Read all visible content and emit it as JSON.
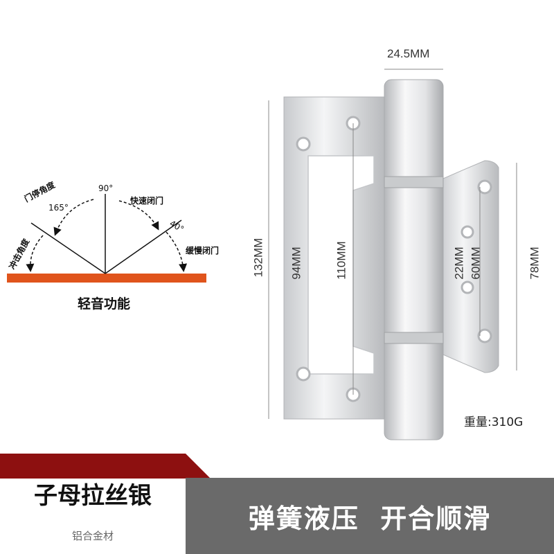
{
  "dimensions": {
    "top_width": "24.5MM",
    "total_height": "132MM",
    "hole_94": "94MM",
    "hole_110": "110MM",
    "hole_22": "22MM",
    "hole_60": "60MM",
    "leaf_78": "78MM"
  },
  "weight": "重量:310G",
  "diagram": {
    "angle_90": "90°",
    "angle_165": "165°",
    "angle_40": "40°",
    "door_stop_angle": "门停角度",
    "impact_angle": "冲击角度",
    "fast_close": "快速闭门",
    "slow_close": "缓慢闭门",
    "function_label": "轻音功能"
  },
  "banner": {
    "product_name": "子母拉丝银",
    "material": "铝合金材",
    "slogan": "弹簧液压  开合顺滑"
  },
  "colors": {
    "accent_red": "#8d1010",
    "floor_orange": "#e0541c",
    "band_gray": "#6a6a6a"
  }
}
